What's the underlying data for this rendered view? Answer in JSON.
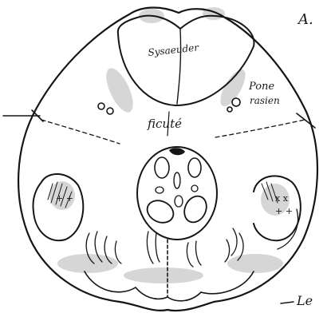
{
  "drawing": {
    "labels": {
      "top_right": "A.",
      "central_lobe": "Sysaeuder",
      "right_lateral": "Pone",
      "right_lateral_2": "rasien",
      "center": "ficuté",
      "bottom_right": "Le"
    },
    "ink_color": "#151515",
    "shading_color": "#8a8a8a",
    "paper_color": "#ffffff"
  }
}
